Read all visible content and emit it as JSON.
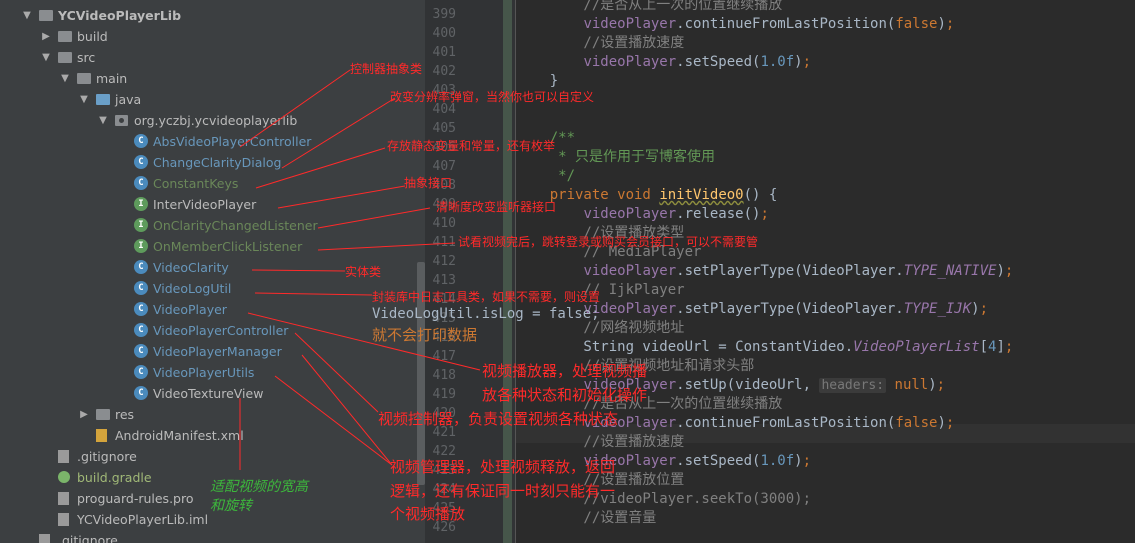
{
  "tree": {
    "top_partial": "",
    "items": [
      {
        "label": "YCVideoPlayerLib",
        "kind": "folder",
        "indent": 0,
        "arrow": "down"
      },
      {
        "label": "build",
        "kind": "folder",
        "indent": 1,
        "arrow": "right"
      },
      {
        "label": "src",
        "kind": "folder",
        "indent": 1,
        "arrow": "down"
      },
      {
        "label": "main",
        "kind": "folder",
        "indent": 2,
        "arrow": "down"
      },
      {
        "label": "java",
        "kind": "folder-blue",
        "indent": 3,
        "arrow": "down"
      },
      {
        "label": "org.yczbj.ycvideoplayerlib",
        "kind": "package",
        "indent": 4,
        "arrow": "down"
      },
      {
        "label": "AbsVideoPlayerController",
        "kind": "class-abstract",
        "indent": 5
      },
      {
        "label": "ChangeClarityDialog",
        "kind": "class",
        "indent": 5
      },
      {
        "label": "ConstantKeys",
        "kind": "class",
        "indent": 5
      },
      {
        "label": "InterVideoPlayer",
        "kind": "interface",
        "indent": 5
      },
      {
        "label": "OnClarityChangedListener",
        "kind": "interface",
        "indent": 5
      },
      {
        "label": "OnMemberClickListener",
        "kind": "interface",
        "indent": 5
      },
      {
        "label": "VideoClarity",
        "kind": "class",
        "indent": 5
      },
      {
        "label": "VideoLogUtil",
        "kind": "class",
        "indent": 5
      },
      {
        "label": "VideoPlayer",
        "kind": "class",
        "indent": 5
      },
      {
        "label": "VideoPlayerController",
        "kind": "class",
        "indent": 5
      },
      {
        "label": "VideoPlayerManager",
        "kind": "class",
        "indent": 5
      },
      {
        "label": "VideoPlayerUtils",
        "kind": "class",
        "indent": 5
      },
      {
        "label": "VideoTextureView",
        "kind": "class",
        "indent": 5
      },
      {
        "label": "res",
        "kind": "folder",
        "indent": 3,
        "arrow": "right"
      },
      {
        "label": "AndroidManifest.xml",
        "kind": "xml",
        "indent": 3
      },
      {
        "label": ".gitignore",
        "kind": "file",
        "indent": 1
      },
      {
        "label": "build.gradle",
        "kind": "gradle",
        "indent": 1
      },
      {
        "label": "proguard-rules.pro",
        "kind": "file",
        "indent": 1
      },
      {
        "label": "YCVideoPlayerLib.iml",
        "kind": "file",
        "indent": 1
      },
      {
        "label": ".gitignore",
        "kind": "file",
        "indent": 0
      }
    ]
  },
  "editor": {
    "line_numbers": [
      "399",
      "400",
      "401",
      "402",
      "403",
      "404",
      "405",
      "406",
      "407",
      "408",
      "409",
      "410",
      "411",
      "412",
      "413",
      "414",
      "415",
      "416",
      "417",
      "418",
      "419",
      "420",
      "421",
      "422",
      "423",
      "424",
      "425",
      "426"
    ],
    "lines": [
      {
        "t": "        //是否从上一次的位置继续播放",
        "c": "cm"
      },
      {
        "t": "        videoPlayer.continueFromLastPosition(false);",
        "c": "call"
      },
      {
        "t": "        //设置播放速度",
        "c": "cm"
      },
      {
        "t": "        videoPlayer.setSpeed(1.0f);",
        "c": "call"
      },
      {
        "t": "    }",
        "c": "plain"
      },
      {
        "t": "",
        "c": "plain"
      },
      {
        "t": "",
        "c": "plain"
      },
      {
        "t": "    /**",
        "c": "doc"
      },
      {
        "t": "     * 只是作用于写博客使用",
        "c": "doc"
      },
      {
        "t": "     */",
        "c": "doc"
      },
      {
        "t": "    private void initVideo0() {",
        "c": "decl"
      },
      {
        "t": "        videoPlayer.release();",
        "c": "call"
      },
      {
        "t": "        //设置播放类型",
        "c": "cm"
      },
      {
        "t": "        // MediaPlayer",
        "c": "cm"
      },
      {
        "t": "        videoPlayer.setPlayerType(VideoPlayer.TYPE_NATIVE);",
        "c": "call"
      },
      {
        "t": "        // IjkPlayer",
        "c": "cm"
      },
      {
        "t": "        videoPlayer.setPlayerType(VideoPlayer.TYPE_IJK);",
        "c": "call"
      },
      {
        "t": "        //网络视频地址",
        "c": "cm"
      },
      {
        "t": "        String videoUrl = ConstantVideo.VideoPlayerList[4];",
        "c": "call"
      },
      {
        "t": "        //设置视频地址和请求头部",
        "c": "cm"
      },
      {
        "t": "        videoPlayer.setUp(videoUrl, headers: null);",
        "c": "call"
      },
      {
        "t": "        //是否从上一次的位置继续播放",
        "c": "cm"
      },
      {
        "t": "        videoPlayer.continueFromLastPosition(false);",
        "c": "call"
      },
      {
        "t": "        //设置播放速度",
        "c": "cm"
      },
      {
        "t": "        videoPlayer.setSpeed(1.0f);",
        "c": "call"
      },
      {
        "t": "        //设置播放位置",
        "c": "cm"
      },
      {
        "t": "        //videoPlayer.seekTo(3000);",
        "c": "cm"
      },
      {
        "t": "        //设置音量",
        "c": "cm"
      }
    ],
    "overlay_code": "VideoLogUtil.isLog = false;",
    "overlay_comment": "就不会打印数据"
  },
  "annotations": {
    "controller_abstract": "控制器抽象类",
    "clarity_dialog": "改变分辨率弹窗，当然你也可以自定义",
    "constants": "存放静态变量和常量，还有枚举",
    "interface": "抽象接口",
    "clarity_listener": "清晰度改变监听器接口",
    "member_click": "试看视频完后，跳转登录或购买会员接口，可以不需要管",
    "entity": "实体类",
    "log_util": "封装库中日志工具类，如果不需要，则设置",
    "player_1": "视频播放器，处理视频播",
    "player_2": "放各种状态和初始化操作",
    "controller": "视频控制器，负责设置视频各种状态",
    "manager_1": "视频管理器，处理视频释放，返回",
    "manager_2": "逻辑，还有保证同一时刻只能有一",
    "manager_3": "个视频播放",
    "texture": "适配视频的宽高",
    "texture2": "和旋转"
  },
  "colors": {
    "annotation_red": "#ff2a2a",
    "annotation_green": "#3cb83c",
    "tree_bg": "#3c3f41",
    "editor_bg": "#2b2b2b"
  }
}
